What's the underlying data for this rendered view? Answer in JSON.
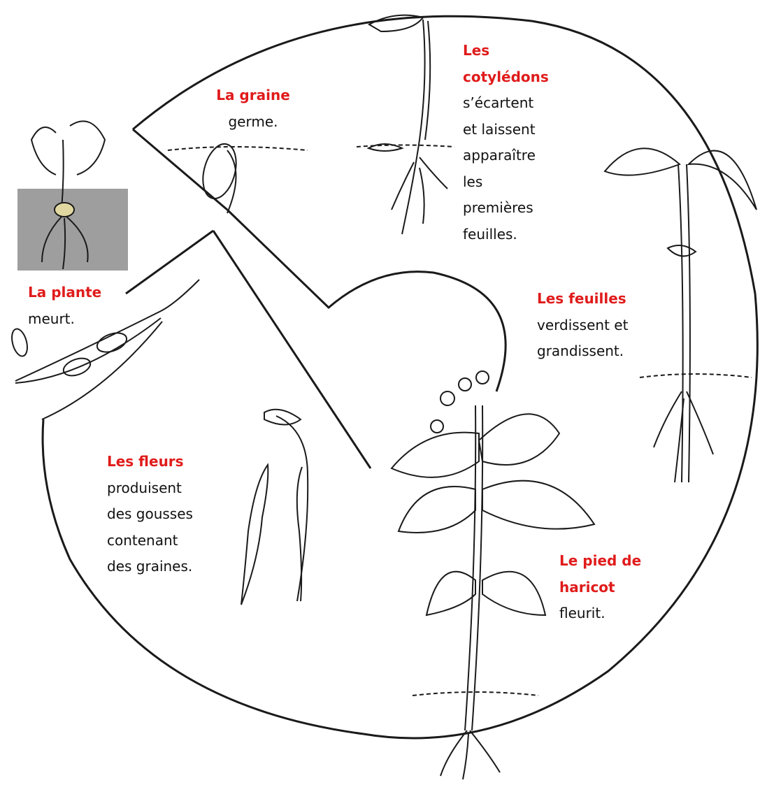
{
  "stages": {
    "graine": {
      "title": "La graine",
      "desc": "germe."
    },
    "cotyledons": {
      "title": "Les cotylédons",
      "title_lines": [
        "Les",
        "cotylédons"
      ],
      "desc": "s’écartent\net laissent\napparaître\nles\npremières\nfeuilles."
    },
    "feuilles": {
      "title": "Les feuilles",
      "desc": "verdissent et\ngrandissent."
    },
    "pied": {
      "title": "Le pied de haricot",
      "title_lines": [
        "Le pied de",
        "haricot"
      ],
      "desc": "fleurit."
    },
    "fleurs": {
      "title": "Les fleurs",
      "desc": "produisent\ndes gousses\ncontenant\ndes graines."
    },
    "plante": {
      "title": "La plante",
      "desc": "meurt."
    }
  },
  "colors": {
    "title": "#e01b1b",
    "text": "#111111",
    "line": "#1a1a1a",
    "soil_box": "#9e9e9e"
  },
  "icons": [
    "germinating-seed-icon",
    "seedling-cotyledons-icon",
    "young-plant-leaves-icon",
    "flowering-bean-plant-icon",
    "flower-pod-icon",
    "dying-plant-icon",
    "bean-pod-icon",
    "bean-seed-icon"
  ]
}
